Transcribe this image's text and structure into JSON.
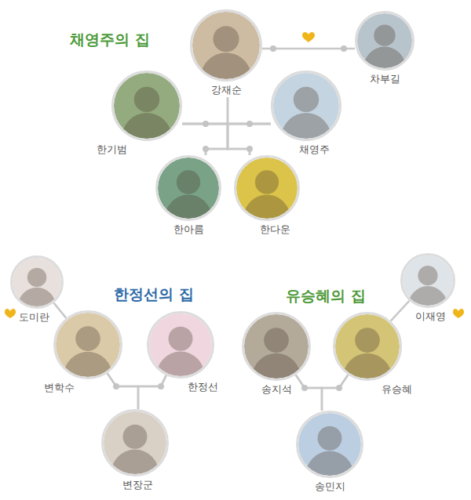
{
  "diagram": {
    "nodes": [
      {
        "text": [
          "강재순"
        ]
      },
      {
        "text": [
          "차부길"
        ]
      },
      {
        "text": [
          "한기범"
        ]
      },
      {
        "text": [
          "채영주"
        ]
      },
      {
        "text": [
          "한아름"
        ]
      },
      {
        "text": [
          "한다운"
        ]
      },
      {
        "text": [
          "도미란"
        ]
      },
      {
        "text": [
          "변학수"
        ]
      },
      {
        "text": [
          "한정선"
        ]
      },
      {
        "text": [
          "변장군"
        ]
      },
      {
        "text": [
          "이재영"
        ]
      },
      {
        "text": [
          "송지석"
        ]
      },
      {
        "text": [
          "유승혜"
        ]
      },
      {
        "text": [
          "송민지"
        ]
      }
    ],
    "edges": [
      {
        "from": 0,
        "to": 1,
        "arrow": "none"
      },
      {
        "from": 0,
        "to": 2,
        "arrow": "none"
      },
      {
        "from": 0,
        "to": 3,
        "arrow": "none"
      },
      {
        "from": 2,
        "to": 3,
        "arrow": "none"
      },
      {
        "from": 2,
        "to": 4,
        "arrow": "none"
      },
      {
        "from": 2,
        "to": 5,
        "arrow": "none"
      },
      {
        "from": 3,
        "to": 4,
        "arrow": "none"
      },
      {
        "from": 3,
        "to": 5,
        "arrow": "none"
      },
      {
        "from": 6,
        "to": 7,
        "arrow": "none"
      },
      {
        "from": 7,
        "to": 8,
        "arrow": "none"
      },
      {
        "from": 7,
        "to": 9,
        "arrow": "none"
      },
      {
        "from": 8,
        "to": 9,
        "arrow": "none"
      },
      {
        "from": 10,
        "to": 12,
        "arrow": "none"
      },
      {
        "from": 11,
        "to": 12,
        "arrow": "none"
      },
      {
        "from": 11,
        "to": 13,
        "arrow": "none"
      },
      {
        "from": 12,
        "to": 13,
        "arrow": "none"
      }
    ],
    "labels": [
      "채영주의 집",
      "한정선의 집",
      "유승혜의 집"
    ]
  }
}
